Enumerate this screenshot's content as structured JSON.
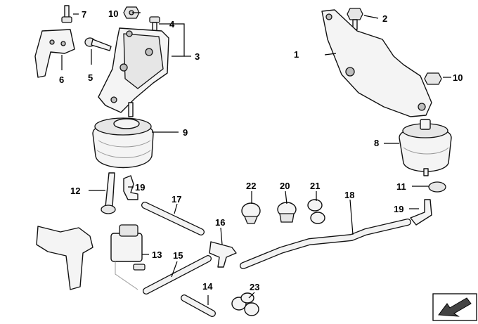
{
  "labels": [
    "1",
    "2",
    "3",
    "4",
    "5",
    "6",
    "7",
    "8",
    "9",
    "10",
    "10",
    "11",
    "12",
    "13",
    "14",
    "15",
    "16",
    "17",
    "18",
    "19",
    "19",
    "20",
    "21",
    "22",
    "23"
  ]
}
